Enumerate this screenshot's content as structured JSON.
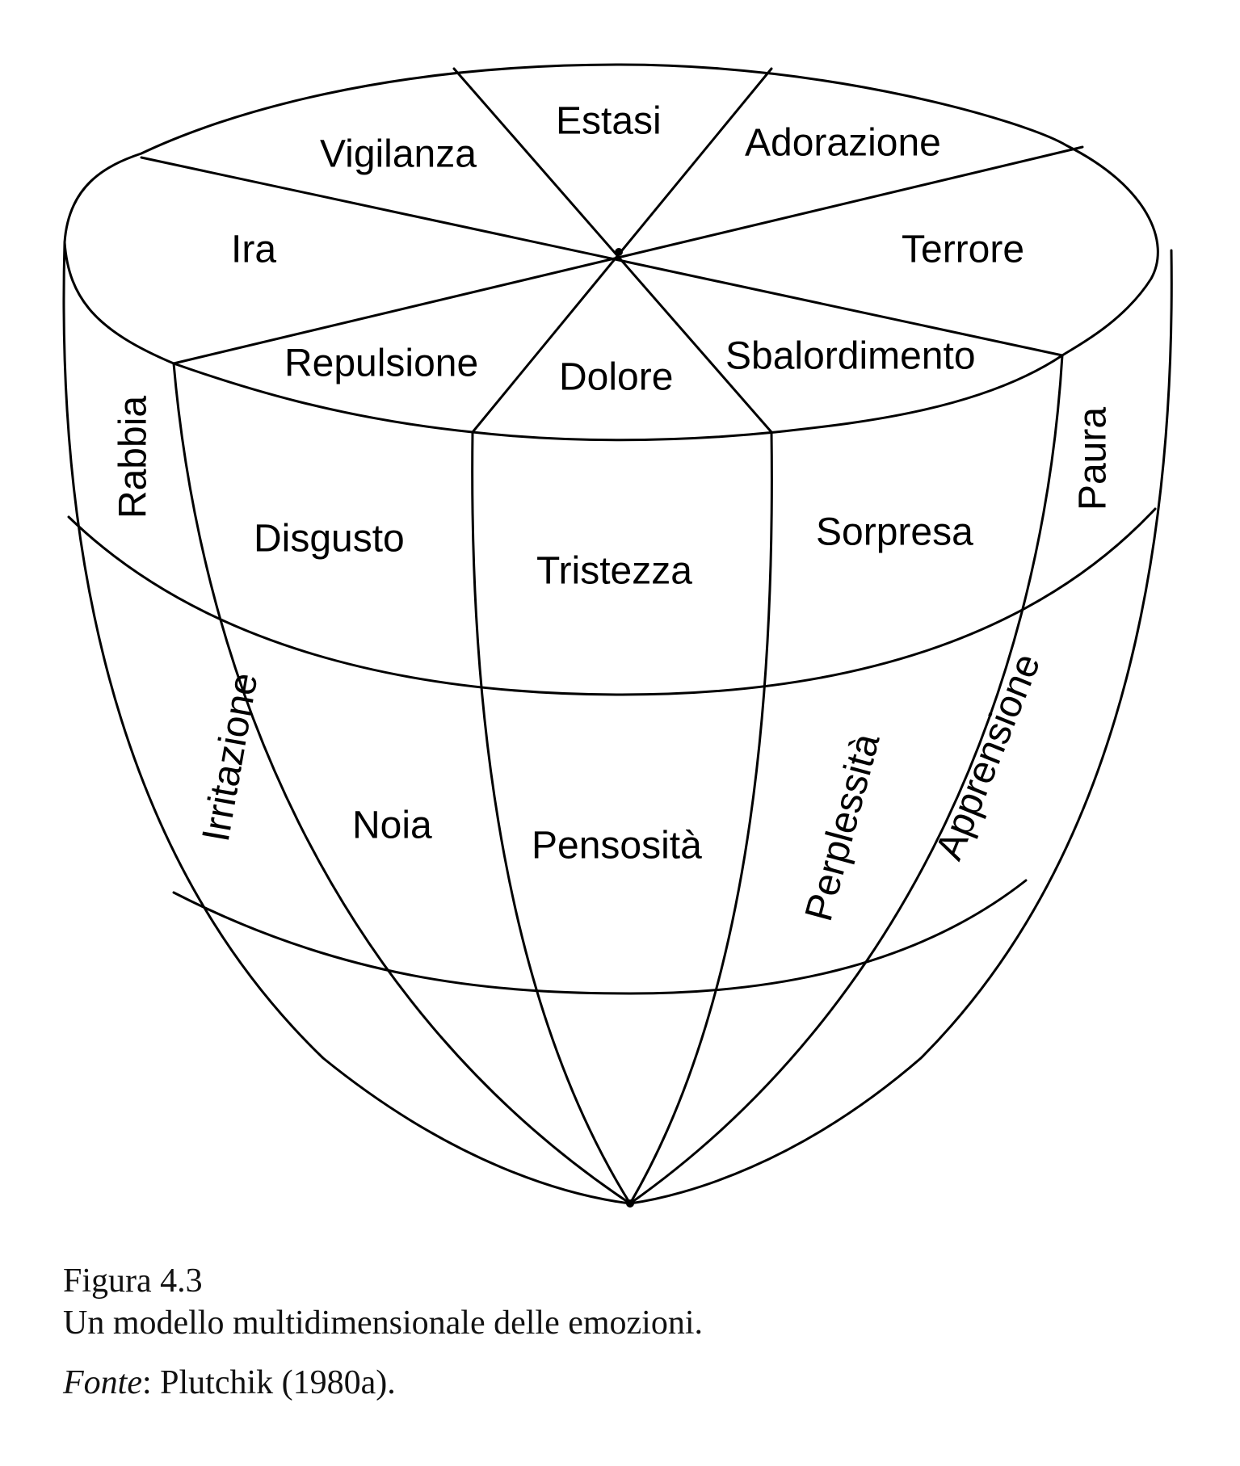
{
  "labels": {
    "top": {
      "vigilanza": "Vigilanza",
      "estasi": "Estasi",
      "adorazione": "Adorazione",
      "ira": "Ira",
      "terrore": "Terrore",
      "repulsione": "Repulsione",
      "dolore": "Dolore",
      "sbalordimento": "Sbalordimento"
    },
    "middle": {
      "rabbia": "Rabbia",
      "disgusto": "Disgusto",
      "tristezza": "Tristezza",
      "sorpresa": "Sorpresa",
      "paura": "Paura"
    },
    "lower": {
      "irritazione": "Irritazione",
      "noia": "Noia",
      "pensosita": "Pensosità",
      "perplessita": "Perplessità",
      "apprensione": "Apprensione"
    }
  },
  "caption": {
    "figure": "Figura 4.3",
    "title": "Un modello multidimensionale delle emozioni.",
    "source_label": "Fonte",
    "source_sep": ":",
    "source_text": "Plutchik (1980a)."
  }
}
